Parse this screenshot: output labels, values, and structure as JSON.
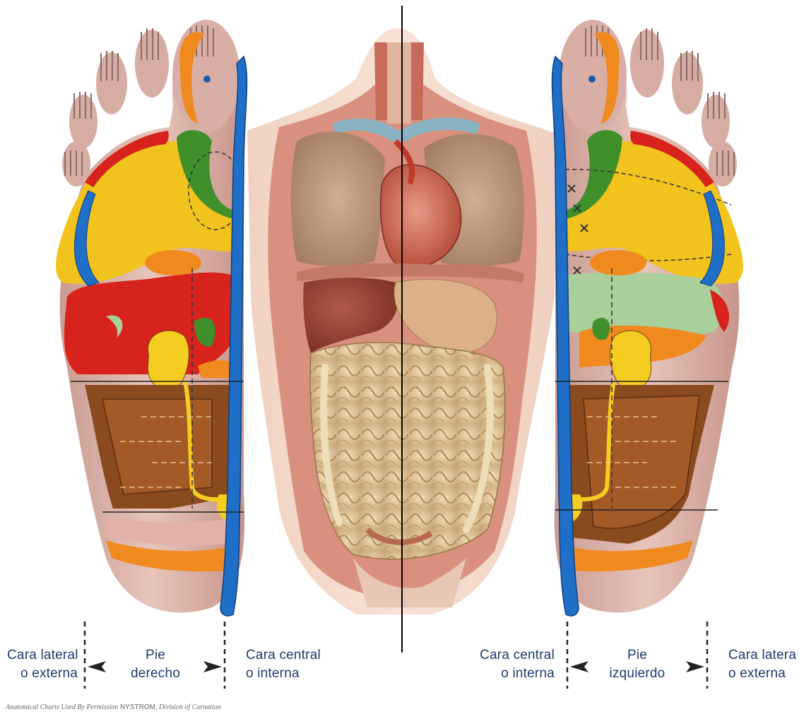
{
  "labels": {
    "right_lateral": {
      "line1": "Cara lateral",
      "line2": "o externa"
    },
    "right_foot": {
      "line1": "Pie",
      "line2": "derecho"
    },
    "right_central": {
      "line1": "Cara central",
      "line2": "o interna"
    },
    "left_central": {
      "line1": "Cara central",
      "line2": "o interna"
    },
    "left_foot": {
      "line1": "Pie",
      "line2": "izquierdo"
    },
    "left_lateral": {
      "line1": "Cara latera",
      "line2": "o externa"
    }
  },
  "credit": {
    "prefix": "Anatomical Charts Used By Permission",
    "name": "NYSTROM",
    "suffix": ", Division of Carnation"
  },
  "colors": {
    "skin": "#d9b2a8",
    "lung_zone": "#f2c21d",
    "liver_zone": "#d8221c",
    "heart_zone": "#c9201e",
    "spine_zone": "#1f6fc8",
    "neck_zone": "#3f8f2a",
    "stomach_zone": "#f08a1e",
    "intestine_zone": "#8a4a1e",
    "ureter_zone": "#f5cc20",
    "spleen_zone": "#a9cf9a",
    "text": "#1e3a6e"
  }
}
